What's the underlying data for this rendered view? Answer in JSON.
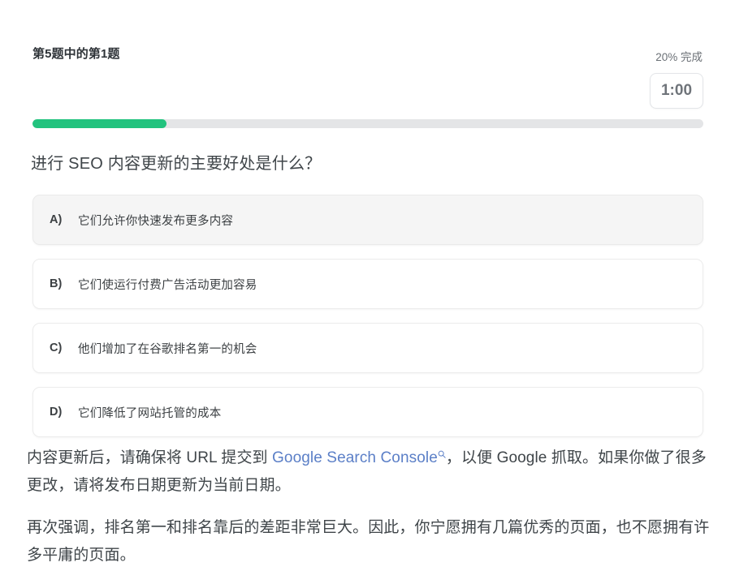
{
  "header": {
    "question_counter": "第5题中的第1题",
    "progress_label": "20% 完成",
    "timer": "1:00"
  },
  "progress": {
    "percent": 20,
    "fill_color": "#22c37e",
    "track_color": "#e4e5e7"
  },
  "question": {
    "text": "进行 SEO 内容更新的主要好处是什么？"
  },
  "options": [
    {
      "letter": "A)",
      "text": "它们允许你快速发布更多内容",
      "highlighted": true
    },
    {
      "letter": "B)",
      "text": "它们使运行付费广告活动更加容易",
      "highlighted": false
    },
    {
      "letter": "C)",
      "text": "他们增加了在谷歌排名第一的机会",
      "highlighted": false
    },
    {
      "letter": "D)",
      "text": "它们降低了网站托管的成本",
      "highlighted": false
    }
  ],
  "body": {
    "paragraph1_before_link": "内容更新后，请确保将 URL 提交到 ",
    "link_text": "Google Search Console",
    "link_icon": "magnifier-icon",
    "link_color": "#5b7fc7",
    "paragraph1_after_link": "，以便 Google 抓取。如果你做了很多更改，请将发布日期更新为当前日期。",
    "paragraph2": "再次强调，排名第一和排名靠后的差距非常巨大。因此，你宁愿拥有几篇优秀的页面，也不愿拥有许多平庸的页面。"
  }
}
